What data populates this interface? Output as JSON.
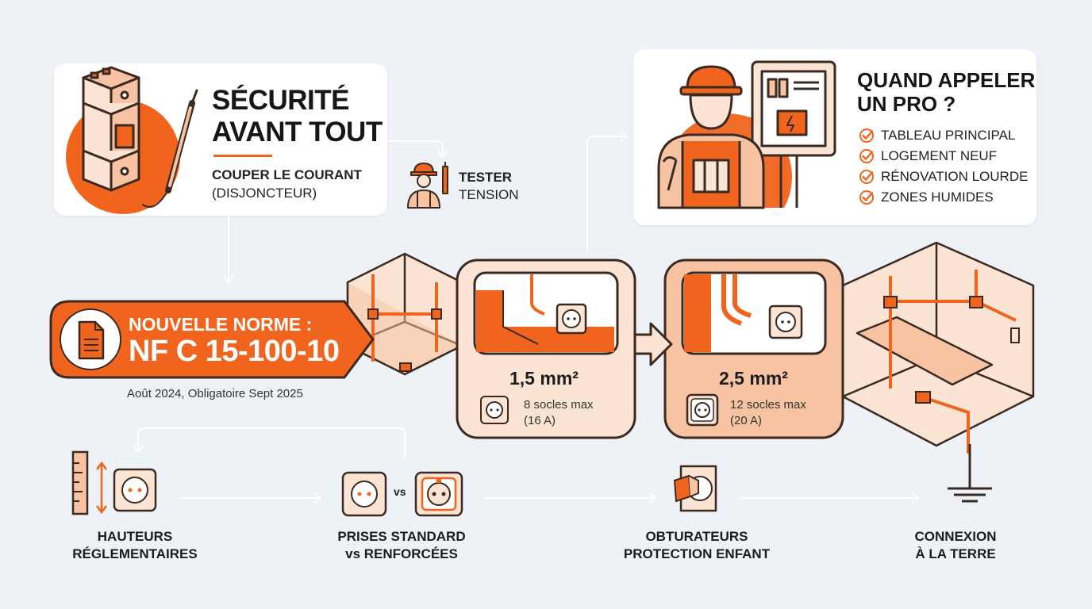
{
  "safety": {
    "title_line1": "SÉCURITÉ",
    "title_line2": "AVANT TOUT",
    "step1_line1": "COUPER LE COURANT",
    "step1_line2": "(DISJONCTEUR)",
    "step2_line1": "TESTER",
    "step2_line2": "TENSION"
  },
  "pro": {
    "title_line1": "QUAND APPELER",
    "title_line2": "UN PRO ?",
    "items": [
      "TABLEAU PRINCIPAL",
      "LOGEMENT NEUF",
      "RÉNOVATION LOURDE",
      "ZONES HUMIDES"
    ]
  },
  "norm": {
    "line1": "NOUVELLE NORME :",
    "line2": "NF C 15-100-10",
    "date": "Août 2024, Obligatoire Sept 2025"
  },
  "circuits": [
    {
      "section": "1,5 mm²",
      "desc_line1": "8 socles max",
      "desc_line2": "(16 A)"
    },
    {
      "section": "2,5 mm²",
      "desc_line1": "12 socles max",
      "desc_line2": "(20 A)"
    }
  ],
  "bottom_steps": [
    {
      "line1": "HAUTEURS",
      "line2": "RÉGLEMENTAIRES"
    },
    {
      "line1": "PRISES STANDARD",
      "line2": "vs RENFORCÉES",
      "vs": "vs"
    },
    {
      "line1": "OBTURATEURS",
      "line2": "PROTECTION ENFANT"
    },
    {
      "line1": "CONNEXION",
      "line2": "À LA TERRE"
    }
  ],
  "colors": {
    "accent": "#f0641e",
    "accent_light": "#f7c3a2",
    "accent_pale": "#fbe4d3",
    "outline": "#3a2a22",
    "background": "#eef1f5"
  }
}
